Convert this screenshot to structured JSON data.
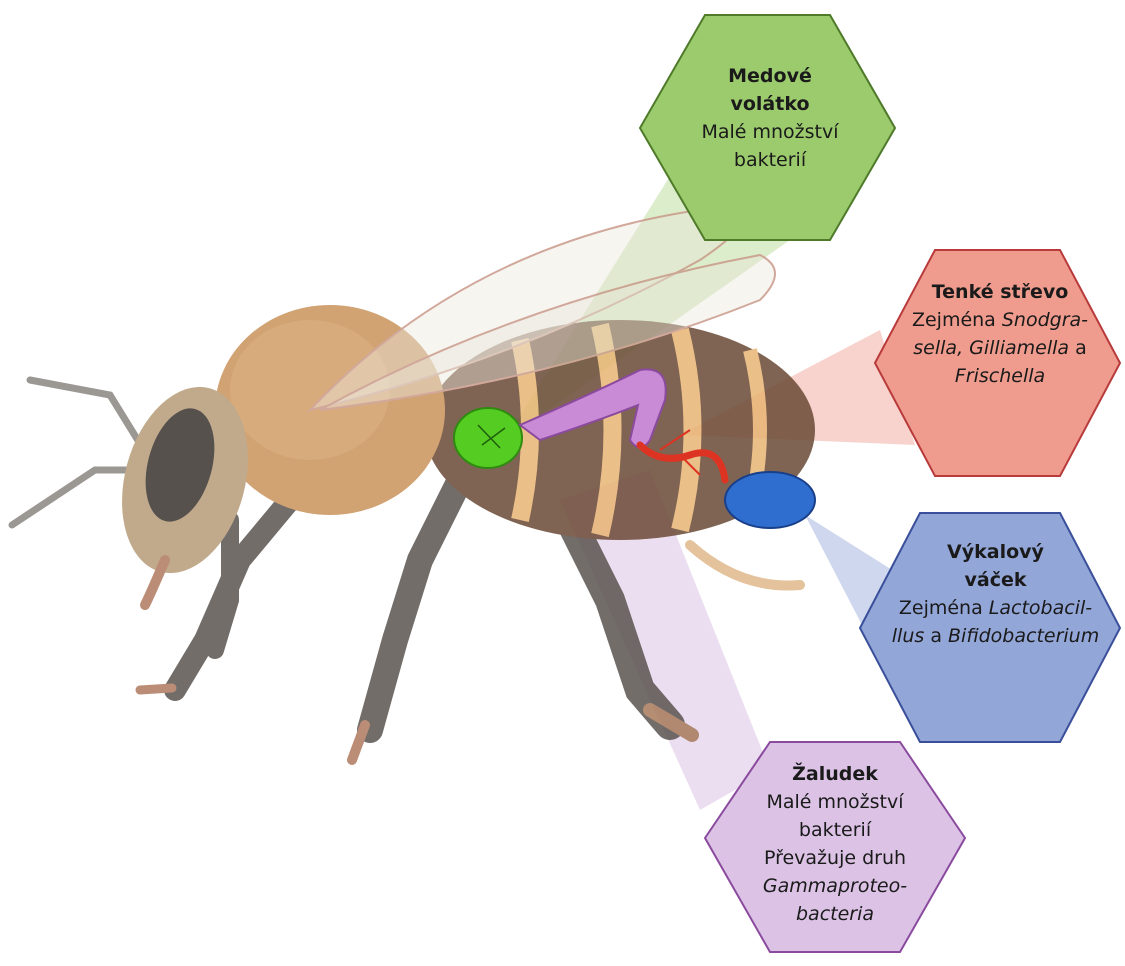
{
  "colors": {
    "crop": "#9ccb6e",
    "crop_edge": "#4e7a2a",
    "ileum": "#ef9c8e",
    "ileum_edge": "#b83a3a",
    "rectum": "#93a6d8",
    "rectum_edge": "#3a4f9a",
    "midgut": "#dcc3e6",
    "midgut_edge": "#8a4a9e",
    "crop_organ": "#55cc22",
    "midgut_organ": "#c98ad6",
    "ileum_organ": "#dd3322",
    "rectum_organ": "#2f6ecf",
    "fur": "#c9925a",
    "abdomen": "#6b4a36",
    "band": "#e8b574",
    "leg": "#5a5450"
  },
  "labels": {
    "crop": {
      "title": "Medové volátko",
      "lines": [
        "Malé množství",
        "bakterií"
      ]
    },
    "ileum": {
      "title": "Tenké střevo",
      "l1a": "Zejména ",
      "l1b": "Snodgra-",
      "l2a": "sella, Gilliamella",
      "l2b": " a",
      "l3": "Frischella"
    },
    "rectum": {
      "title1": "Výkalový",
      "title2": "váček",
      "l1a": "Zejména ",
      "l1b": "Lactobacil-",
      "l2a": "llus",
      "l2b": " a ",
      "l2c": "Bifidobacterium"
    },
    "midgut": {
      "title": "Žaludek",
      "l1": "Malé množství",
      "l2": "bakterií",
      "l3": "Převažuje druh",
      "l4": "Gammaproteo-",
      "l5": "bacteria"
    }
  }
}
